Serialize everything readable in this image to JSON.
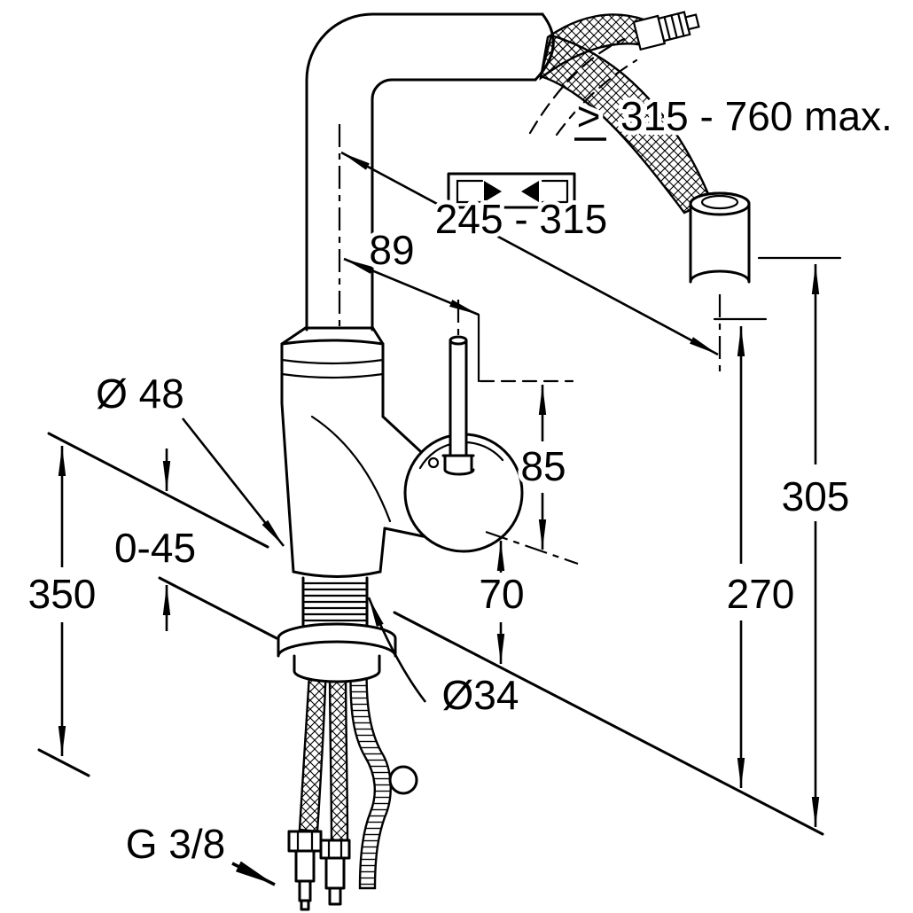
{
  "drawing": {
    "background": "#ffffff",
    "line_color": "#000000",
    "labels": {
      "extension_symbol": ">",
      "extension_range": "315 - 760 max.",
      "pullout_travel": "245 - 315",
      "spout_to_lever": "89",
      "body_diameter": "Ø 48",
      "lever_height": "85",
      "deck_thickness": "0-45",
      "clearance_below": "350",
      "lever_clearance": "70",
      "spout_height": "305",
      "head_height": "270",
      "hole_diameter": "Ø34",
      "supply_thread": "G 3/8"
    }
  }
}
